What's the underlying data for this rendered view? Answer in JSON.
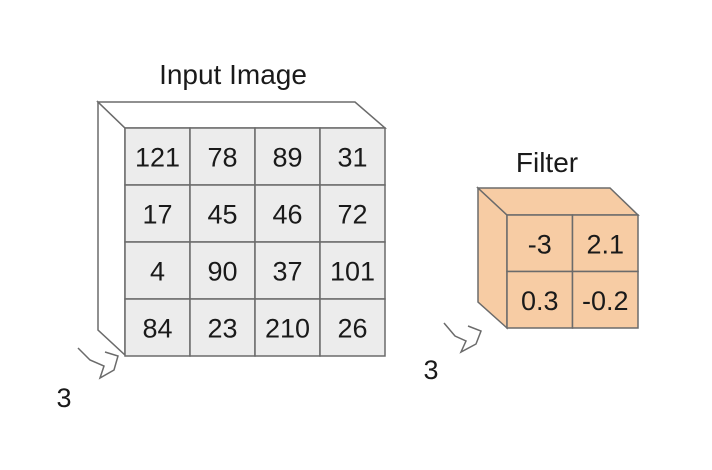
{
  "input_image": {
    "title": "Input Image",
    "cells": [
      [
        "121",
        "78",
        "89",
        "31"
      ],
      [
        "17",
        "45",
        "46",
        "72"
      ],
      [
        "4",
        "90",
        "37",
        "101"
      ],
      [
        "84",
        "23",
        "210",
        "26"
      ]
    ],
    "depth_label": "3"
  },
  "filter": {
    "title": "Filter",
    "cells": [
      [
        "-3",
        "2.1"
      ],
      [
        "0.3",
        "-0.2"
      ]
    ],
    "depth_label": "3"
  },
  "colors": {
    "input_cell_fill": "#ececec",
    "input_face_fill": "#ffffff",
    "filter_fill": "#f7cca4",
    "stroke": "#6b6b6b"
  }
}
